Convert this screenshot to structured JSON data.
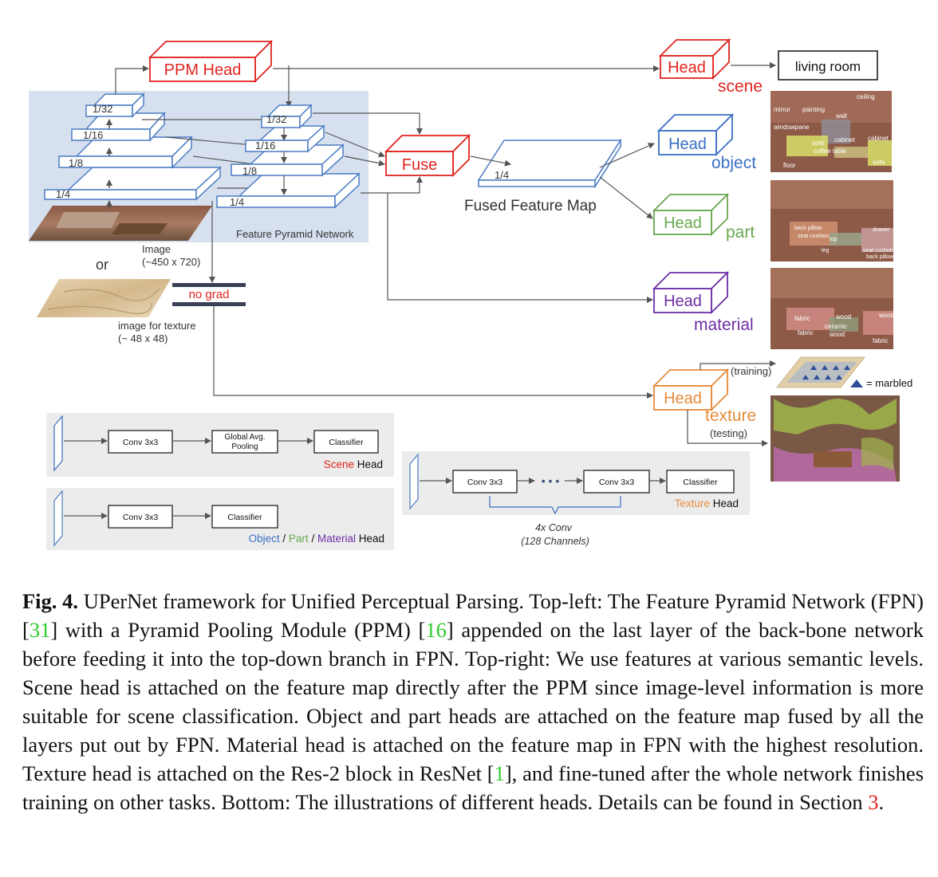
{
  "diagram": {
    "ppm_head": "PPM Head",
    "fpn_label": "Feature Pyramid Network",
    "backbone_levels": [
      "1/4",
      "1/8",
      "1/16",
      "1/32"
    ],
    "fpn_levels": [
      "1/4",
      "1/8",
      "1/16",
      "1/32"
    ],
    "fuse": "Fuse",
    "fused_level": "1/4",
    "fused_label": "Fused Feature Map",
    "image_label": "Image",
    "image_size": "(~450 x 720)",
    "or_label": "or",
    "texture_image_label": "image for texture",
    "texture_image_size": "(~ 48 x 48)",
    "no_grad": "no grad",
    "heads": {
      "scene": {
        "box": "Head",
        "name": "scene",
        "color": "#e0241f"
      },
      "object": {
        "box": "Head",
        "name": "object",
        "color": "#3a6fc2"
      },
      "part": {
        "box": "Head",
        "name": "part",
        "color": "#6aa84f"
      },
      "material": {
        "box": "Head",
        "name": "material",
        "color": "#6d2fa6"
      },
      "texture": {
        "box": "Head",
        "name": "texture",
        "color": "#e58b3a"
      }
    },
    "scene_output": "living room",
    "object_tags": [
      "mirror",
      "painting",
      "ceiling",
      "wall",
      "windowpane",
      "sofa",
      "cabinet",
      "cabinet",
      "coffee table",
      "floor",
      "sofa"
    ],
    "part_tags": [
      "back pillow",
      "seat cushion",
      "leg",
      "drawer",
      "seat cushion",
      "back pillow",
      "top"
    ],
    "material_tags": [
      "fabric",
      "wood",
      "ceramic",
      "wood",
      "wood",
      "fabric",
      "fabric"
    ],
    "training_label": "(training)",
    "testing_label": "(testing)",
    "marbled_label": "= marbled",
    "scene_head_diagram": {
      "blocks": [
        "Conv 3x3",
        "Global Avg. Pooling",
        "Classifier"
      ],
      "title_colored": "Scene",
      "title_rest": " Head"
    },
    "opm_head_diagram": {
      "blocks": [
        "Conv 3x3",
        "Classifier"
      ],
      "object": "Object",
      "part": "Part",
      "material": "Material",
      "sep": " / ",
      "rest": " Head"
    },
    "texture_head_diagram": {
      "blocks": [
        "Conv 3x3",
        "Conv 3x3",
        "Classifier"
      ],
      "dots": "• • •",
      "title_colored": "Texture",
      "title_rest": " Head",
      "brace_line1": "4x Conv",
      "brace_line2": "(128 Channels)"
    }
  },
  "caption": {
    "fig_label": "Fig. 4.",
    "part1": " UPerNet framework for Unified Perceptual Parsing. Top-left: The Feature Pyramid Network (FPN) [",
    "cite1": "31",
    "part2": "] with a Pyramid Pooling Module (PPM) [",
    "cite2": "16",
    "part3": "] appended on the last layer of the back-bone network before feeding it into the top-down branch in FPN. Top-right: We use features at various semantic levels. Scene head is attached on the feature map directly after the PPM since image-level information is more suitable for scene classification. Object and part heads are attached on the feature map fused by all the layers put out by FPN. Material head is attached on the feature map in FPN with the highest resolution. Texture head is attached on the Res-2 block in ResNet [",
    "cite3": "1",
    "part4": "], and fine-tuned after the whole network finishes training on other tasks. Bottom: The illustrations of different heads. Details can be found in Section ",
    "cite4": "3",
    "part5": "."
  }
}
